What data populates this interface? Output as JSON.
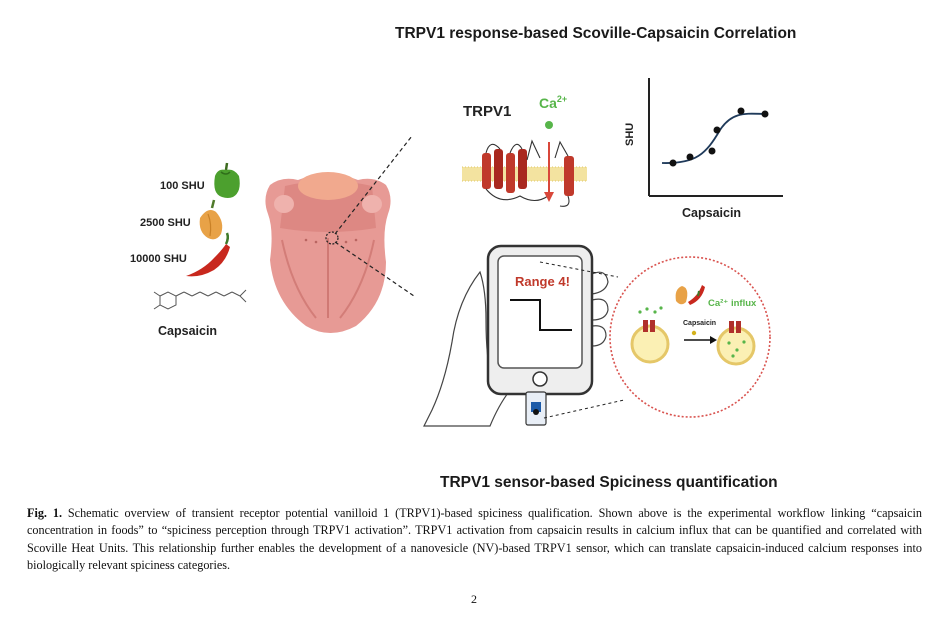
{
  "figure": {
    "title_top": "TRPV1 response-based Scoville-Capsaicin Correlation",
    "title_bottom": "TRPV1 sensor-based Spiciness quantification",
    "peppers": [
      {
        "label": "100 SHU",
        "icon": "green-bell-pepper-icon"
      },
      {
        "label": "2500 SHU",
        "icon": "habanero-pepper-icon"
      },
      {
        "label": "10000 SHU",
        "icon": "red-chili-pepper-icon"
      }
    ],
    "molecule_label": "Capsaicin",
    "trpv1_label": "TRPV1",
    "ion_label": "Ca",
    "ion_charge": "2+",
    "graph": {
      "ylabel": "SHU",
      "xlabel": "Capsaicin"
    },
    "phone_screen_text": "Range 4!",
    "inset": {
      "influx_label": "Ca²⁺ influx",
      "capsaicin_label": "Capsaicin"
    }
  },
  "caption": {
    "label": "Fig. 1.",
    "text": "Schematic overview of transient receptor potential vanilloid 1 (TRPV1)-based spiciness qualification. Shown above is the experimental workflow linking “capsaicin concentration in foods” to “spiciness perception through TRPV1 activation”. TRPV1 activation from capsaicin results in calcium influx that can be quantified and correlated with Scoville Heat Units. This relationship further enables the development of a nanovesicle (NV)-based TRPV1 sensor, which can translate capsaicin-induced calcium responses into biologically relevant spiciness categories."
  },
  "page_number": "2",
  "colors": {
    "tongue": "#e79a95",
    "tongue_dark": "#d9807c",
    "channel": "#c0392b",
    "membrane": "#f3e3a0",
    "calcium_green": "#57b54a",
    "inset_border": "#d9534f"
  }
}
